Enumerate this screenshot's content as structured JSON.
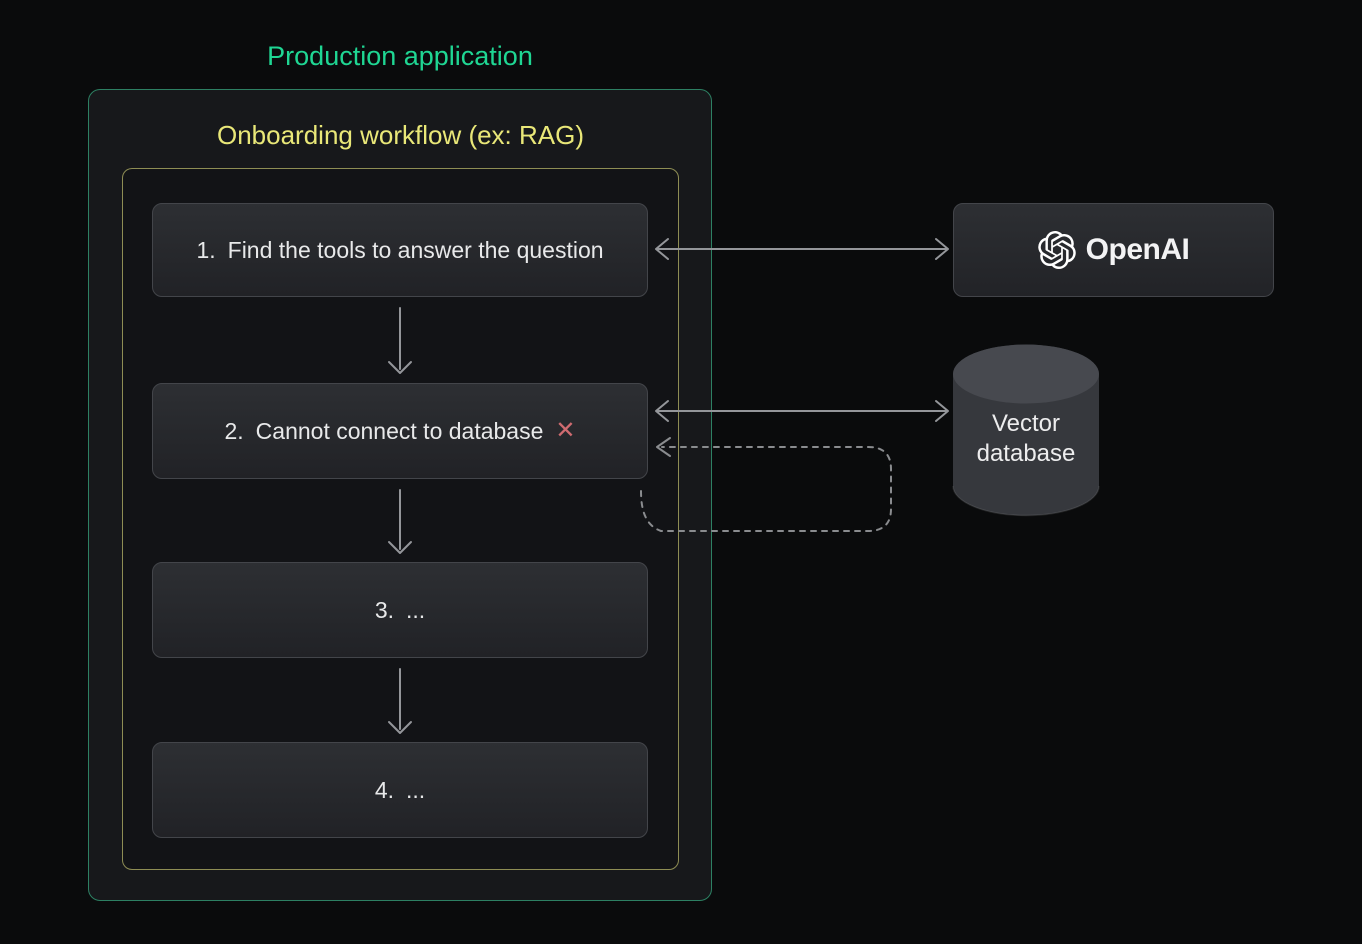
{
  "colors": {
    "background": "#0a0b0c",
    "production_green": "#1fd693",
    "workflow_yellow": "#e9e778",
    "green_border": "#2d8063",
    "yellow_border": "#8e8d54",
    "error_red": "#cf6b70",
    "arrow_gray": "#94969a"
  },
  "production_app": {
    "title": "Production application"
  },
  "workflow": {
    "title": "Onboarding workflow (ex: RAG)"
  },
  "steps": [
    {
      "number": "1.",
      "text": "Find the tools to answer the question"
    },
    {
      "number": "2.",
      "text": "Cannot connect to database",
      "error_icon": "✕"
    },
    {
      "number": "3.",
      "text": "..."
    },
    {
      "number": "4.",
      "text": "..."
    }
  ],
  "services": {
    "openai": {
      "label": "OpenAI"
    },
    "vector_database": {
      "line1": "Vector",
      "line2": "database"
    }
  }
}
